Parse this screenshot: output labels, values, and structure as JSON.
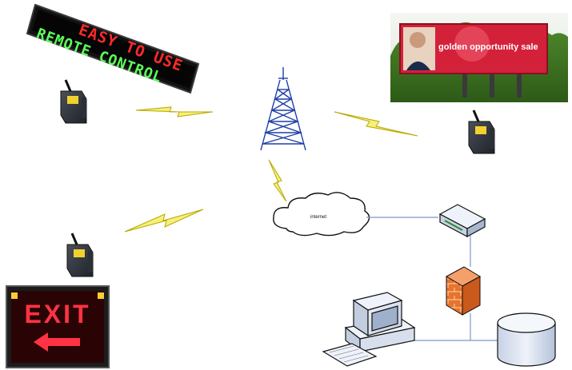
{
  "led_sign": {
    "line1": "EASY TO USE",
    "line2": "REMOTE CONTROL"
  },
  "billboard": {
    "headline": "golden opportunity sale"
  },
  "exit_sign": {
    "label": "EXIT"
  },
  "cloud": {
    "label": "internet"
  },
  "icons": {
    "modem": "gsm-modem-icon",
    "tower": "cell-tower-icon",
    "bolt": "lightning-bolt-icon",
    "switch": "network-switch-icon",
    "firewall": "firewall-icon",
    "database": "database-icon",
    "computer": "desktop-computer-icon"
  },
  "colors": {
    "tower": "#1f3fa8",
    "bolt_fill": "#f6f07a",
    "bolt_stroke": "#b8a800",
    "link_line": "#7a98c8",
    "firewall": "#e8732a"
  }
}
